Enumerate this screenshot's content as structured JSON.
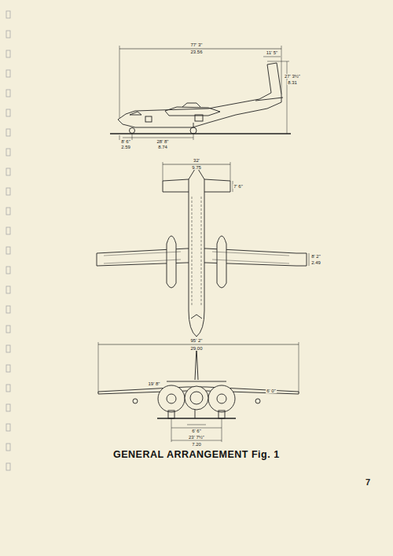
{
  "diagram": {
    "caption": "GENERAL ARRANGEMENT Fig. 1",
    "labels": [
      "77' 3\"",
      "23.56",
      "11' 5\"",
      "27' 3½\"",
      "8.31",
      "8' 6\"",
      "2.59",
      "28' 8\"",
      "8.74",
      "32'",
      "9.75",
      "7' 6\"",
      "8' 2\"",
      "2.49",
      "95' 2\"",
      "29.00",
      "19' 8\"",
      "6' 0\"",
      "6' 6\"",
      "23' 7½\"",
      "7.20",
      "7"
    ]
  }
}
